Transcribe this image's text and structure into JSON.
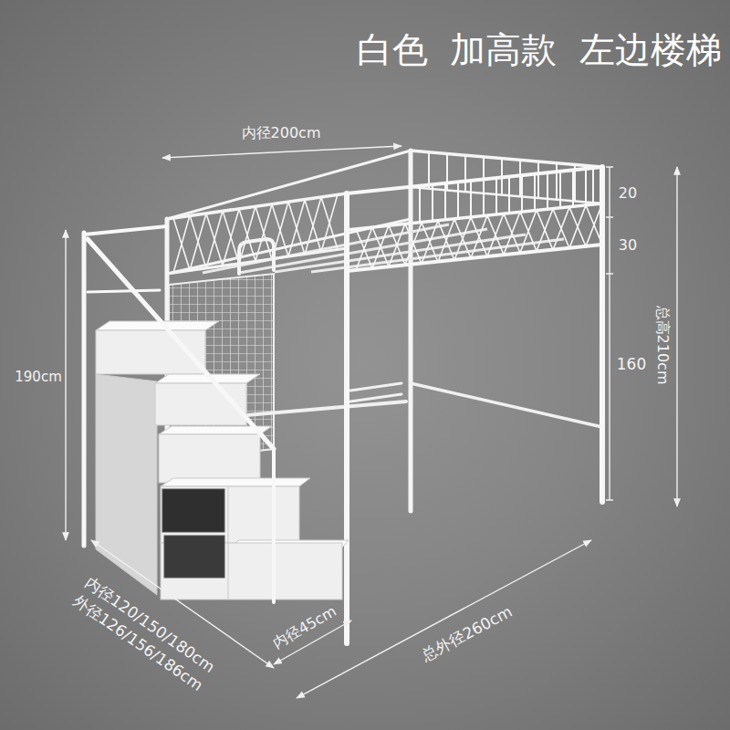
{
  "diagram": {
    "title": "白色 加高款 左边楼梯",
    "labels": [
      "内径200cm",
      "20",
      "30",
      "160",
      "总高210cm",
      "190cm",
      "内径120/150/180cm",
      "外径126/156/186cm",
      "内径45cm",
      "总外径260cm"
    ]
  }
}
